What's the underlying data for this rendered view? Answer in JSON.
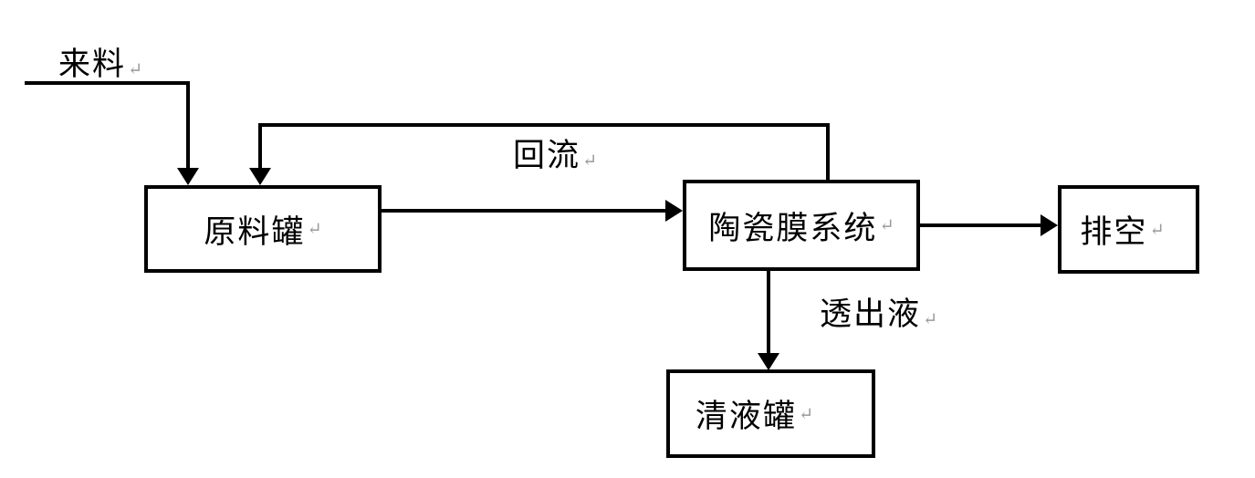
{
  "diagram": {
    "type": "process-flow",
    "background_color": "#ffffff",
    "stroke_color": "#000000",
    "paragraph_mark": "↵",
    "paragraph_mark_color": "#9a9a9a",
    "nodes": {
      "raw_tank": {
        "label": "原料罐"
      },
      "membrane": {
        "label": "陶瓷膜系统"
      },
      "vent": {
        "label": "排空"
      },
      "clear_tank": {
        "label": "清液罐"
      }
    },
    "flow_labels": {
      "feed": {
        "text": "来料"
      },
      "reflux": {
        "text": "回流"
      },
      "permeate": {
        "text": "透出液"
      }
    },
    "connections": [
      {
        "from": "feed-inlet",
        "to": "raw_tank",
        "label": "来料"
      },
      {
        "from": "raw_tank",
        "to": "membrane",
        "label": ""
      },
      {
        "from": "membrane",
        "to": "raw_tank",
        "label": "回流"
      },
      {
        "from": "membrane",
        "to": "vent",
        "label": ""
      },
      {
        "from": "membrane",
        "to": "clear_tank",
        "label": "透出液"
      }
    ]
  }
}
